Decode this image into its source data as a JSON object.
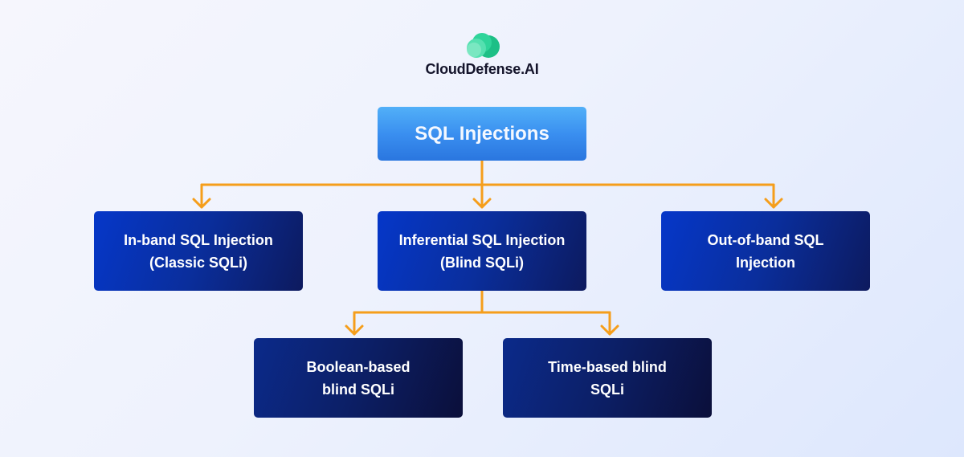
{
  "brand": {
    "name": "CloudDefense.AI",
    "icon": "cloud-logo-icon",
    "colors": {
      "logo_light": "#7fe5c1",
      "logo_mid": "#3ddba5",
      "logo_dark": "#1dbf86"
    }
  },
  "diagram": {
    "title": "SQL Injections",
    "connector_color": "#f59e1b",
    "root": {
      "label": "SQL Injections"
    },
    "level2": [
      {
        "label": "In-band SQL Injection\n(Classic SQLi)"
      },
      {
        "label": "Inferential SQL Injection\n(Blind SQLi)"
      },
      {
        "label": "Out-of-band SQL\nInjection"
      }
    ],
    "level3": [
      {
        "parent": "Inferential SQL Injection (Blind SQLi)",
        "label": "Boolean-based\nblind SQLi"
      },
      {
        "parent": "Inferential SQL Injection (Blind SQLi)",
        "label": "Time-based blind\nSQLi"
      }
    ]
  }
}
